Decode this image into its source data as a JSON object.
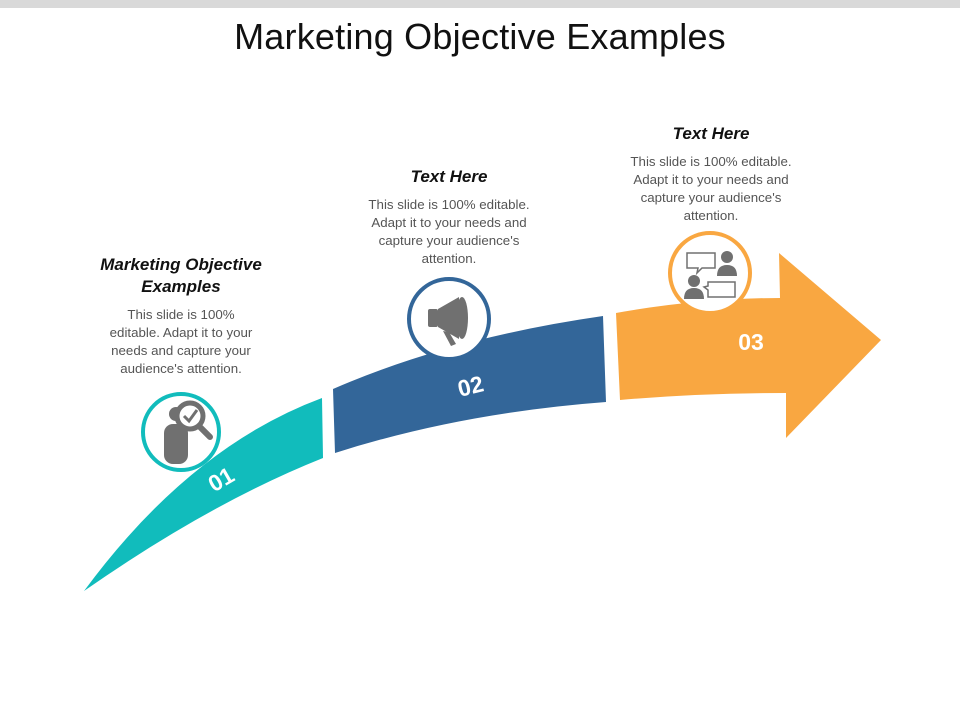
{
  "slide": {
    "title": "Marketing Objective Examples"
  },
  "steps": [
    {
      "number": "01",
      "heading": "Marketing Objective Examples",
      "body": "This slide is 100% editable. Adapt it to your needs and capture your audience's attention.",
      "icon": "magnifier-check-icon",
      "color": "#11BCBC"
    },
    {
      "number": "02",
      "heading": "Text Here",
      "body": "This slide is 100% editable. Adapt it to your needs and capture your audience's attention.",
      "icon": "megaphone-icon",
      "color": "#336699"
    },
    {
      "number": "03",
      "heading": "Text Here",
      "body": "This slide is 100% editable. Adapt it to your needs and capture your audience's attention.",
      "icon": "people-chat-icon",
      "color": "#F9A741"
    }
  ]
}
